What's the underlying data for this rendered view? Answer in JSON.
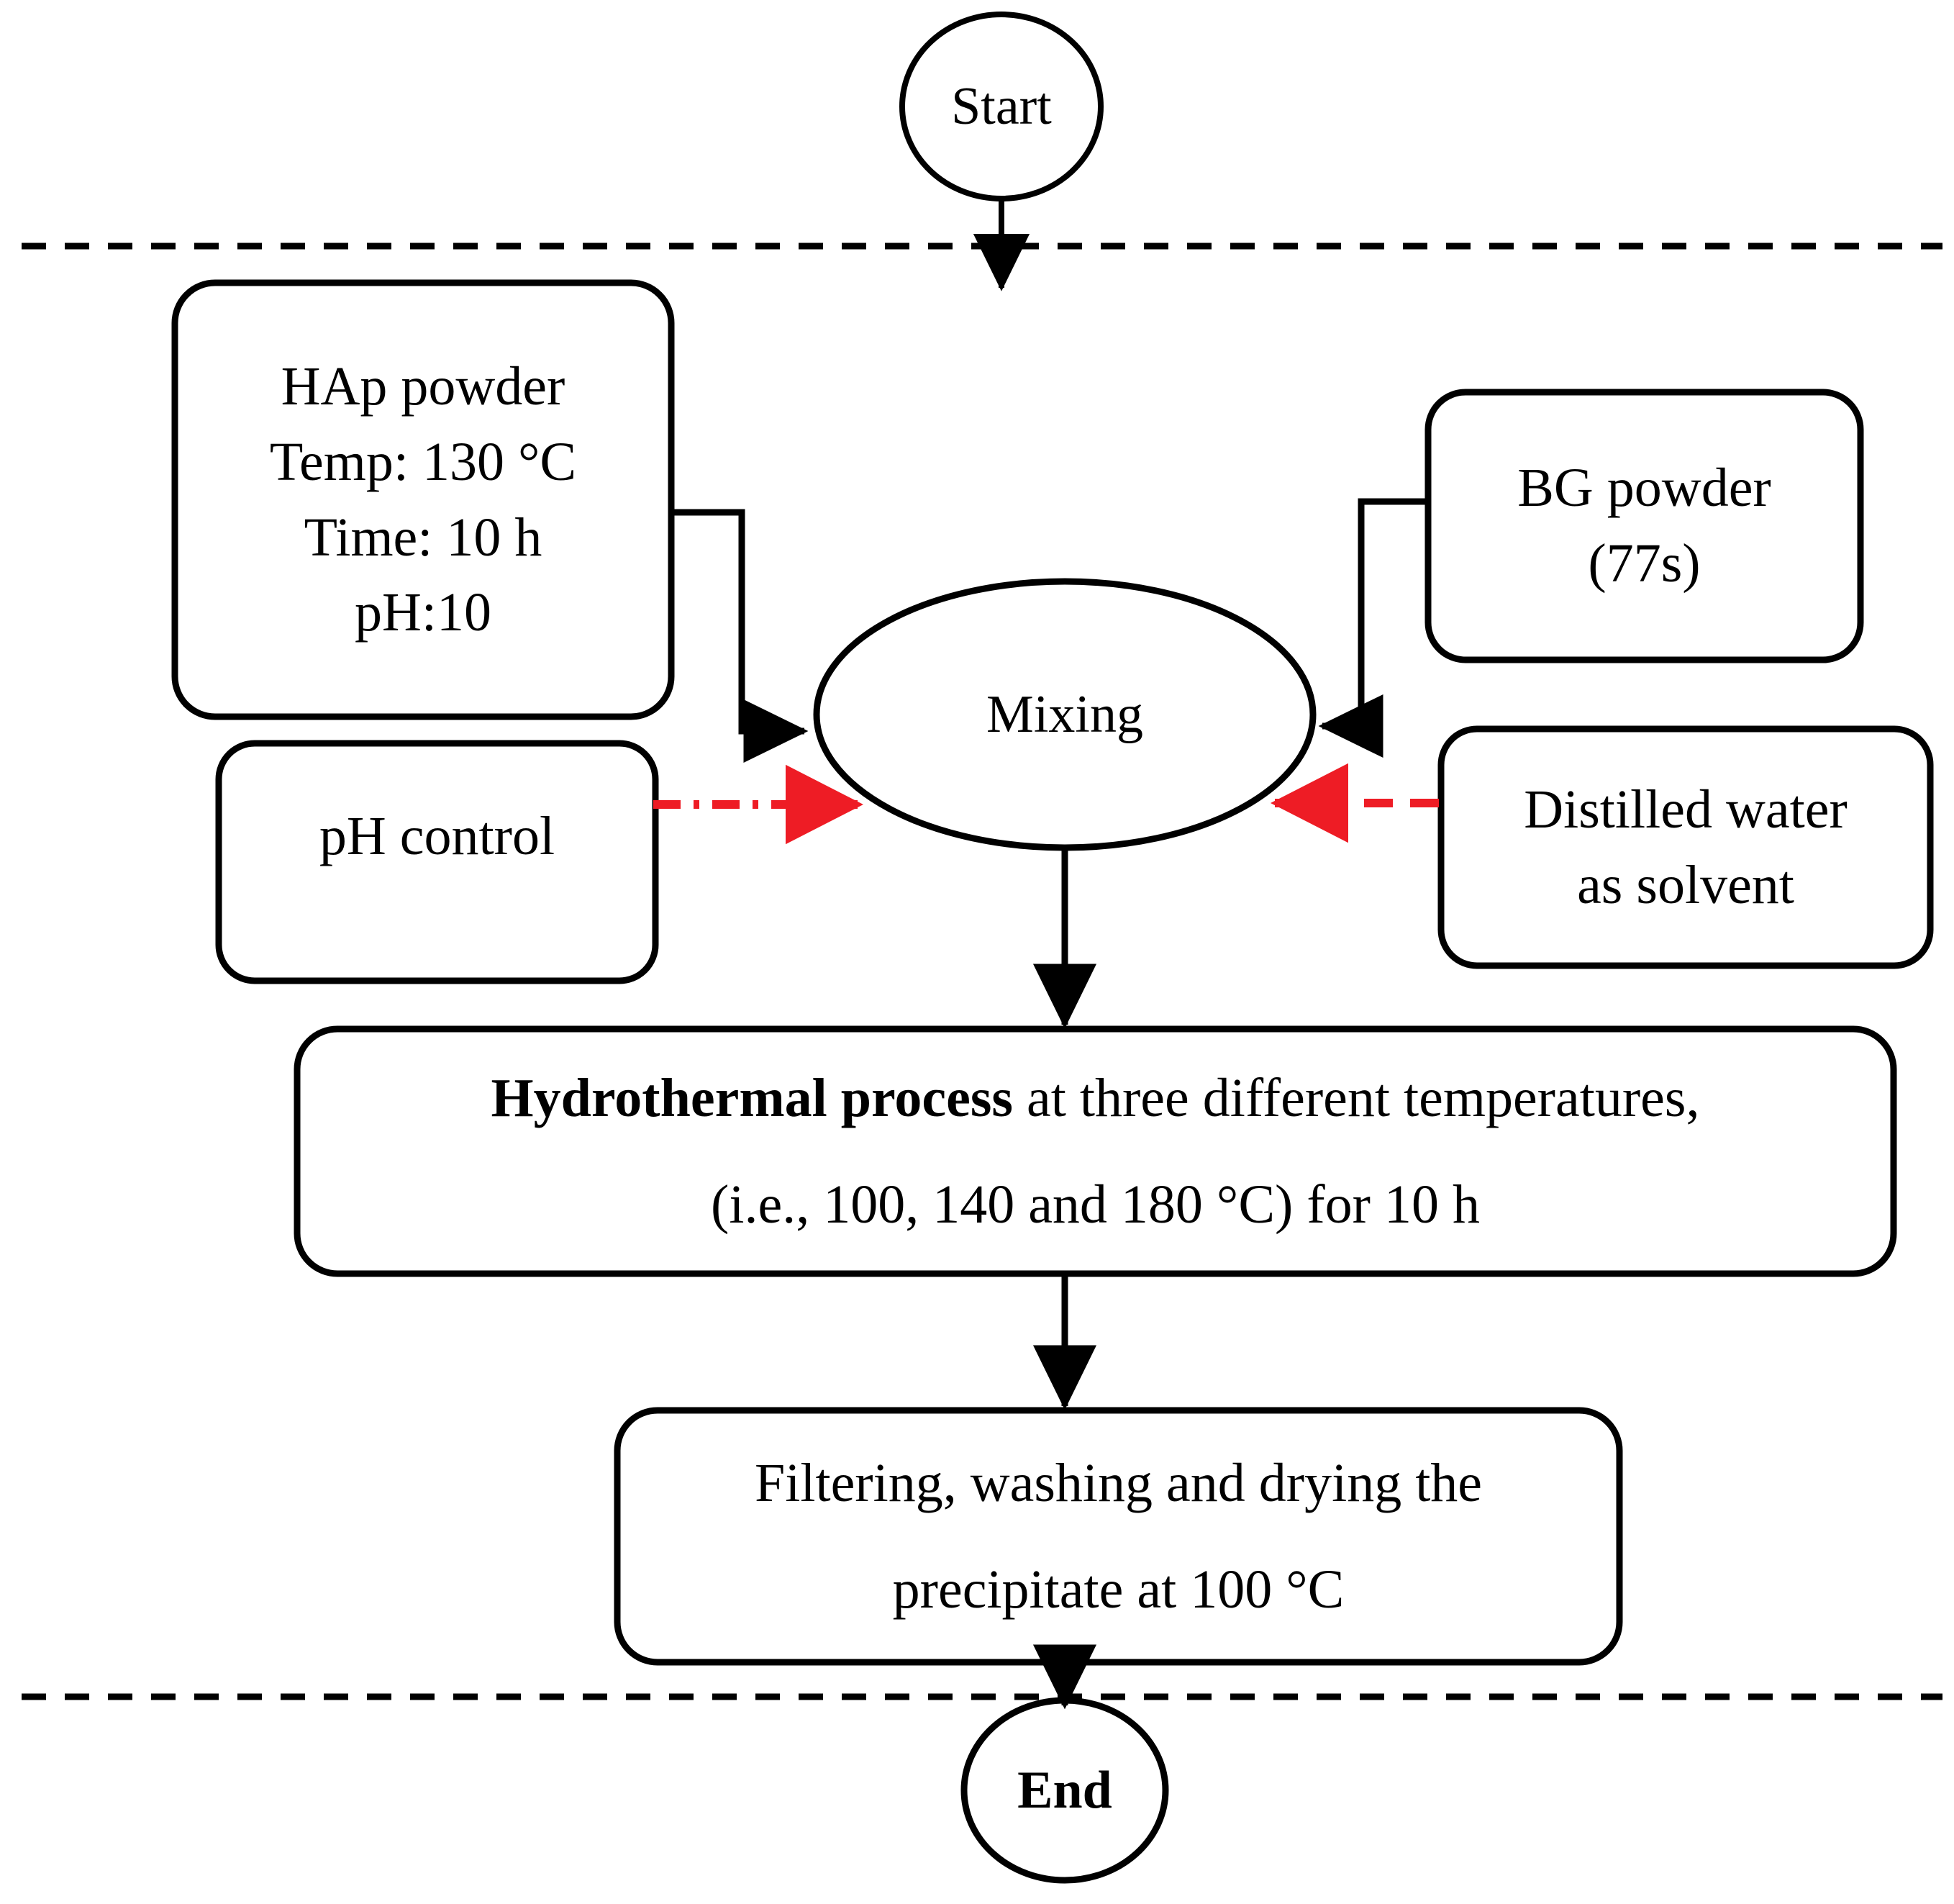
{
  "diagram": {
    "title_nodes": {
      "start": "Start",
      "end": "End",
      "mixing": "Mixing"
    },
    "colors": {
      "stroke": "#000000",
      "accent_red": "#ee1c25",
      "background": "#ffffff"
    },
    "nodes": {
      "hap_powder": {
        "name": "hap-powder-box",
        "lines": [
          "HAp powder",
          "Temp: 130 °C",
          "Time: 10 h",
          "pH:10"
        ]
      },
      "bg_powder": {
        "name": "bg-powder-box",
        "lines": [
          "BG powder",
          "(77s)"
        ]
      },
      "ph_control": {
        "name": "ph-control-box",
        "lines": [
          "pH control"
        ]
      },
      "distilled_water": {
        "name": "distilled-water-box",
        "lines": [
          "Distilled water",
          "as solvent"
        ]
      },
      "hydrothermal": {
        "name": "hydrothermal-box",
        "line1_bold": "Hydrothermal process",
        "line1_rest": " at three different temperatures,",
        "line2": "(i.e., 100, 140 and 180 °C) for 10 h"
      },
      "filtering": {
        "name": "filtering-box",
        "lines": [
          "Filtering, washing and drying the",
          "precipitate at 100 °C"
        ]
      }
    },
    "connectors": [
      {
        "id": "start-to-boundary",
        "style": "solid",
        "label": ""
      },
      {
        "id": "hap-to-mixing",
        "style": "solid",
        "label": ""
      },
      {
        "id": "bg-to-mixing",
        "style": "solid",
        "label": ""
      },
      {
        "id": "ph-control-to-mixing",
        "style": "dash-dot-red",
        "label": ""
      },
      {
        "id": "water-to-mixing",
        "style": "dashed-red",
        "label": ""
      },
      {
        "id": "mixing-to-hydrothermal",
        "style": "solid",
        "label": ""
      },
      {
        "id": "hydrothermal-to-filtering",
        "style": "solid",
        "label": ""
      },
      {
        "id": "filtering-to-end",
        "style": "solid",
        "label": ""
      }
    ],
    "separators": [
      {
        "id": "top-dashed-separator",
        "style": "dashed"
      },
      {
        "id": "bottom-dashed-separator",
        "style": "dashed"
      }
    ]
  }
}
